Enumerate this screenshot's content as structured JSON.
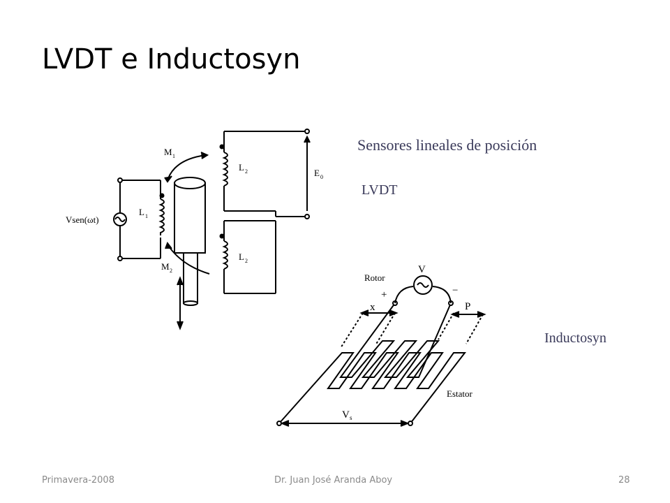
{
  "slide": {
    "title": "LVDT e Inductosyn",
    "footer_left": "Primavera-2008",
    "footer_center": "Dr. Juan José Aranda Aboy",
    "page_number": "28"
  },
  "captions": {
    "heading": "Sensores lineales de posición",
    "lvdt": "LVDT",
    "inductosyn": "Inductosyn"
  },
  "lvdt": {
    "source": "Vsen(ωt)",
    "primary": "L",
    "primary_sub": "1",
    "secondary_top": "L",
    "secondary_top_sub": "2",
    "secondary_bottom": "L",
    "secondary_bottom_sub": "2",
    "m1": "M",
    "m1_sub": "1",
    "m2": "M",
    "m2_sub": "2",
    "output": "E",
    "output_sub": "0"
  },
  "inductosyn": {
    "rotor": "Rotor",
    "voltage": "V",
    "plus": "+",
    "minus": "−",
    "x": "x",
    "p": "P",
    "stator": "Estator",
    "vs": "V",
    "vs_sub": "s"
  }
}
